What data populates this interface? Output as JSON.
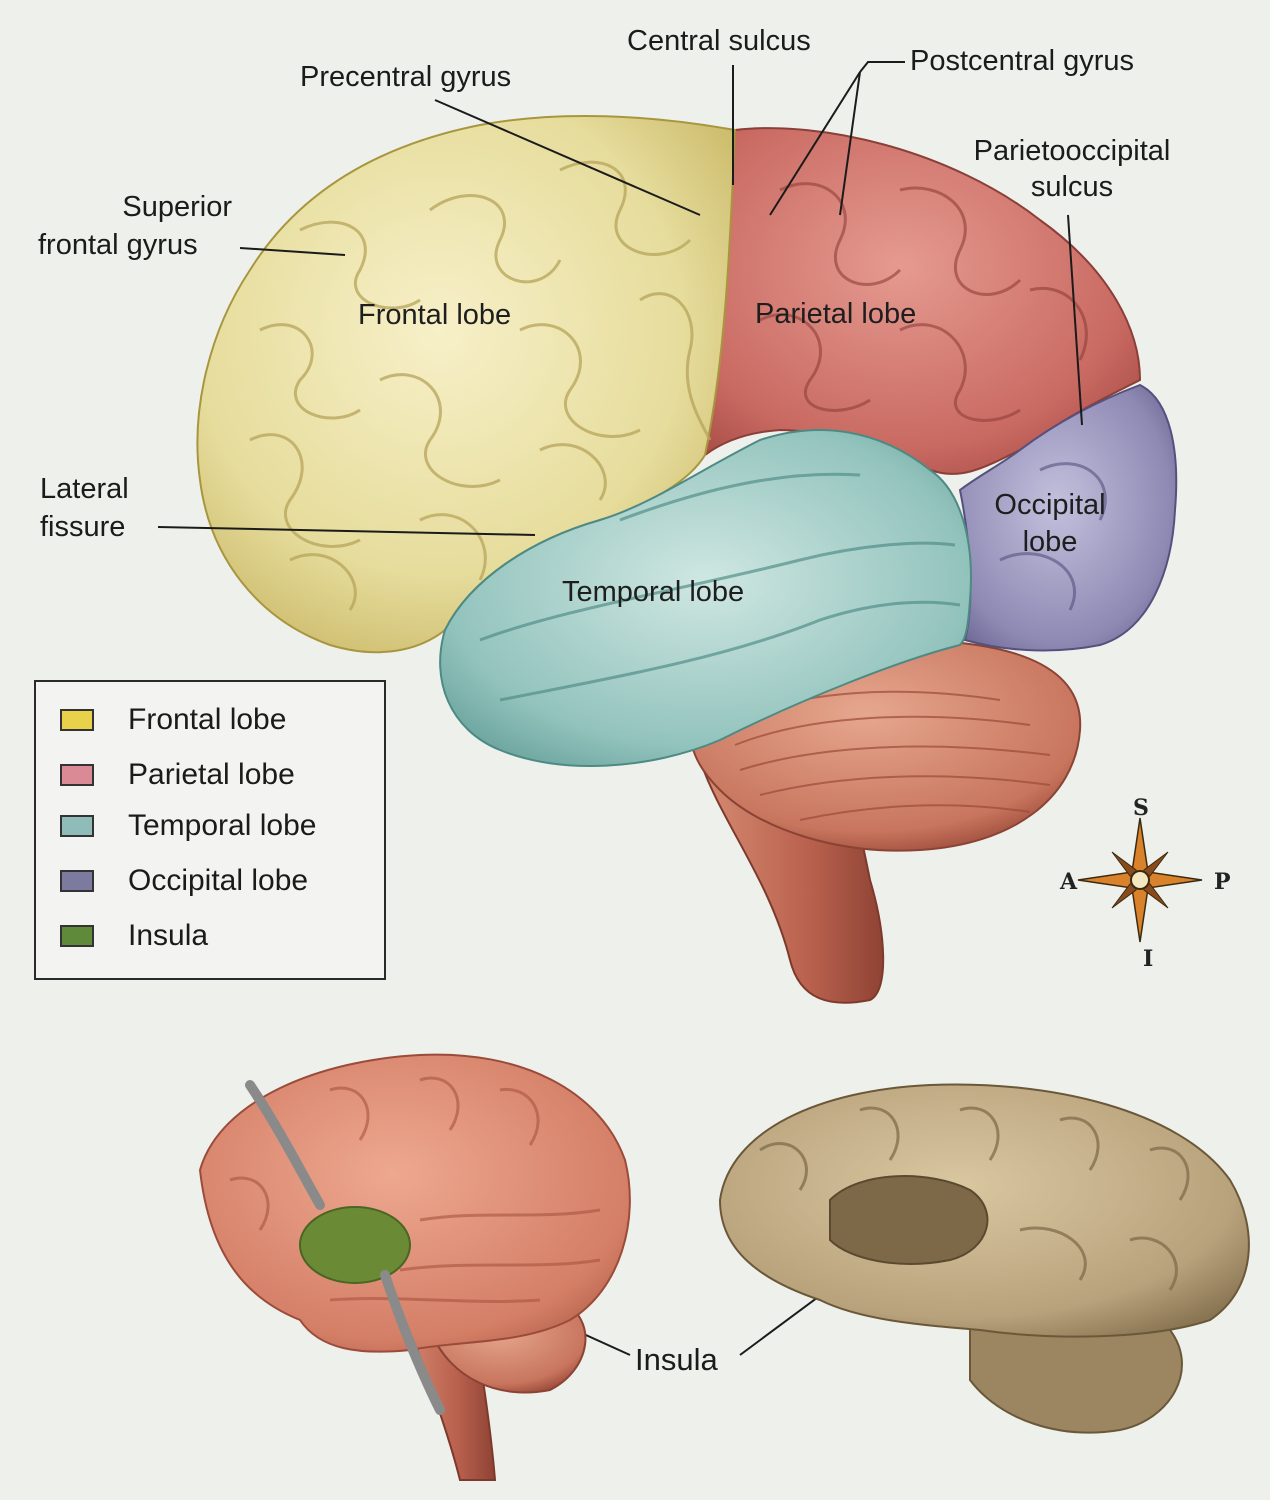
{
  "labels": {
    "central_sulcus": "Central sulcus",
    "precentral_gyrus": "Precentral gyrus",
    "postcentral_gyrus": "Postcentral gyrus",
    "parietooccipital_sulcus_1": "Parietooccipital",
    "parietooccipital_sulcus_2": "sulcus",
    "superior_frontal_gyrus_1": "Superior",
    "superior_frontal_gyrus_2": "frontal gyrus",
    "lateral_fissure_1": "Lateral",
    "lateral_fissure_2": "fissure",
    "frontal_lobe": "Frontal lobe",
    "parietal_lobe": "Parietal lobe",
    "temporal_lobe": "Temporal lobe",
    "occipital_lobe_1": "Occipital",
    "occipital_lobe_2": "lobe",
    "insula": "Insula"
  },
  "legend": [
    {
      "label": "Frontal lobe",
      "color": "#e8d24a"
    },
    {
      "label": "Parietal lobe",
      "color": "#d98a95"
    },
    {
      "label": "Temporal lobe",
      "color": "#8fbcb9"
    },
    {
      "label": "Occipital lobe",
      "color": "#7d7aa0"
    },
    {
      "label": "Insula",
      "color": "#5f8a3a"
    }
  ],
  "compass": {
    "superior": "S",
    "inferior": "I",
    "anterior": "A",
    "posterior": "P"
  },
  "colors": {
    "frontal": "#e6dc9c",
    "parietal": "#c96a62",
    "temporal": "#93c3bd",
    "occipital": "#8e89b3",
    "cerebellum": "#c8755e",
    "brainstem": "#b9614e",
    "insula": "#6b8a35",
    "specimen": "#b8a27c"
  }
}
